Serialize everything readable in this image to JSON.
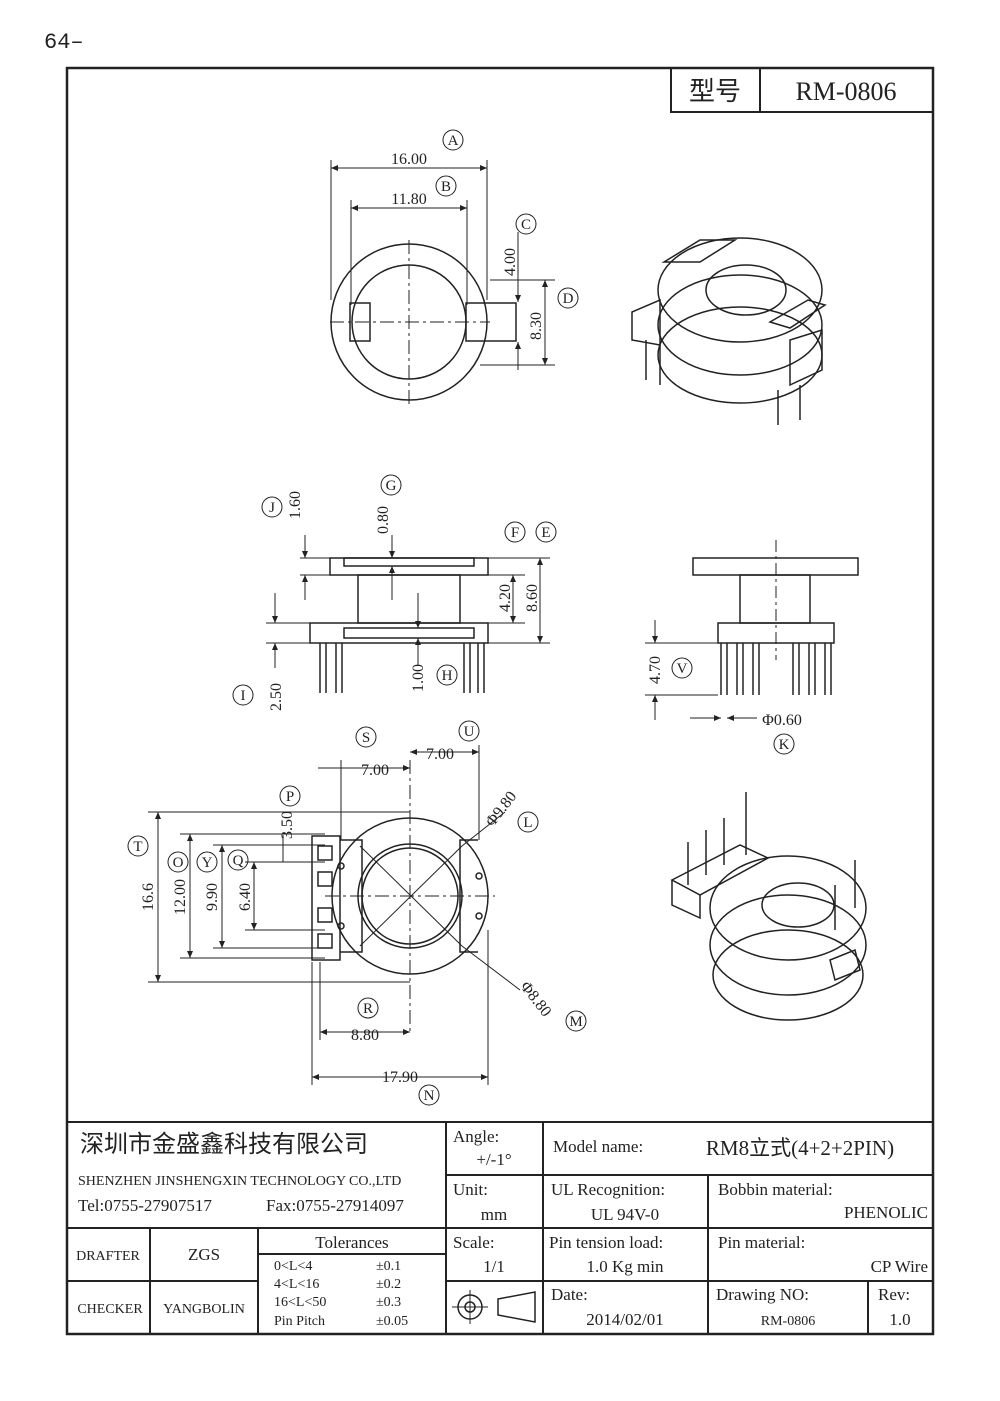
{
  "page_number": "64–",
  "model_box": {
    "label": "型号",
    "value": "RM-0806"
  },
  "top_view": {
    "labels": [
      "A",
      "B",
      "C",
      "D"
    ],
    "dims": {
      "A": "16.00",
      "B": "11.80",
      "C": "4.00",
      "D": "8.30"
    }
  },
  "side_view": {
    "labels": [
      "G",
      "J",
      "F",
      "E",
      "I",
      "H"
    ],
    "dims": {
      "G": "0.80",
      "J": "1.60",
      "F": "4.20",
      "E": "8.60",
      "I": "2.50",
      "H": "1.00"
    }
  },
  "pin_view": {
    "labels": [
      "V",
      "K"
    ],
    "dims": {
      "V": "4.70",
      "K": "Φ0.60"
    }
  },
  "bottom_view": {
    "labels": [
      "S",
      "U",
      "P",
      "T",
      "O",
      "Y",
      "Q",
      "L",
      "M",
      "R",
      "N"
    ],
    "dims": {
      "S": "7.00",
      "U": "7.00",
      "P": "3.50",
      "T": "16.6",
      "O": "12.00",
      "Y": "9.90",
      "Q": "6.40",
      "L": "Φ9.80",
      "M": "Φ8.80",
      "R": "8.80",
      "N": "17.90"
    }
  },
  "title_block": {
    "company_cn": "深圳市金盛鑫科技有限公司",
    "company_en": "SHENZHEN JINSHENGXIN TECHNOLOGY CO.,LTD",
    "tel": "Tel:0755-27907517",
    "fax": "Fax:0755-27914097",
    "angle_label": "Angle:",
    "angle_value": "+/-1°",
    "unit_label": "Unit:",
    "unit_value": "mm",
    "scale_label": "Scale:",
    "scale_value": "1/1",
    "model_name_label": "Model name:",
    "model_name_value": "RM8立式(4+2+2PIN)",
    "ul_label": "UL Recognition:",
    "ul_value": "UL 94V-0",
    "bobbin_label": "Bobbin material:",
    "bobbin_value": "PHENOLIC",
    "pin_tension_label": "Pin tension load:",
    "pin_tension_value": "1.0 Kg min",
    "pin_material_label": "Pin material:",
    "pin_material_value": "CP Wire",
    "drafter_label": "DRAFTER",
    "drafter_value": "ZGS",
    "checker_label": "CHECKER",
    "checker_value": "YANGBOLIN",
    "tolerances_title": "Tolerances",
    "tolerances": [
      {
        "range": "0<L<4",
        "value": "±0.1"
      },
      {
        "range": "4<L<16",
        "value": "±0.2"
      },
      {
        "range": "16<L<50",
        "value": "±0.3"
      },
      {
        "range": "Pin Pitch",
        "value": "±0.05"
      }
    ],
    "date_label": "Date:",
    "date_value": "2014/02/01",
    "drawing_no_label": "Drawing NO:",
    "drawing_no_value": "RM-0806",
    "rev_label": "Rev:",
    "rev_value": "1.0"
  }
}
